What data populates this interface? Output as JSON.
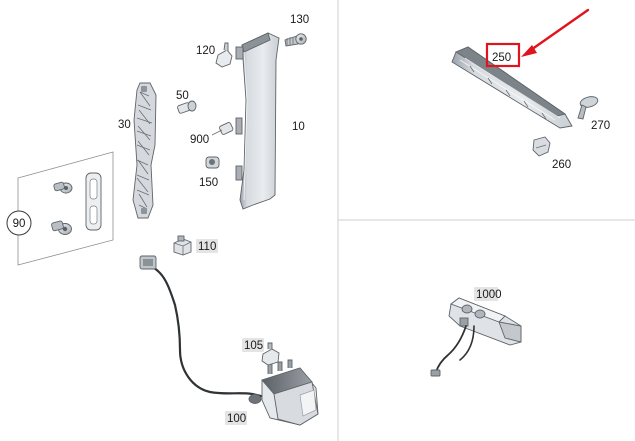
{
  "panels": {
    "main_parts": {
      "labels": {
        "p10": "10",
        "p30": "30",
        "p50": "50",
        "p90": "90",
        "p100": "100",
        "p105": "105",
        "p110": "110",
        "p120": "120",
        "p130": "130",
        "p150": "150",
        "p900": "900"
      }
    },
    "top_right": {
      "labels": {
        "p250": "250",
        "p260": "260",
        "p270": "270"
      },
      "highlight_color": "#e0141e"
    },
    "bottom_right": {
      "labels": {
        "p1000": "1000"
      }
    }
  },
  "colors": {
    "divider": "#cfcfcf",
    "part_fill": "#dfe3e7",
    "part_dark": "#7b8186",
    "label_highlight_bg": "#e4e4e4",
    "callout_red": "#e0141e"
  }
}
